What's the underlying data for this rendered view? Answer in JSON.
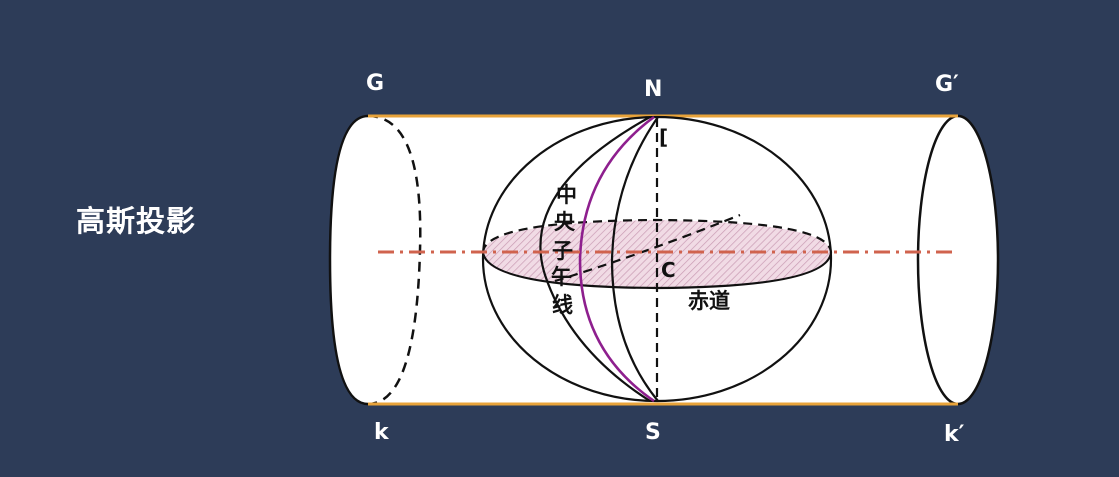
{
  "slide": {
    "title": "高斯投影"
  },
  "diagram": {
    "point_labels": {
      "G": "G",
      "N": "N",
      "G_prime": "G′",
      "k": "k",
      "S": "S",
      "k_prime": "k′",
      "center": "C"
    },
    "central_meridian_chars": [
      "中",
      "央",
      "子",
      "午",
      "线"
    ],
    "equator_label": "赤道",
    "bracket_mark": "[",
    "colors": {
      "background": "#2d3c58",
      "cylinder_edge": "#e8a33a",
      "central_meridian": "#8e1f8e",
      "axis_line": "#d0634e",
      "equator_fill": "#e9c9d8",
      "shape_fill": "#ffffff",
      "stroke": "#111111",
      "label_text": "#ffffff"
    }
  }
}
